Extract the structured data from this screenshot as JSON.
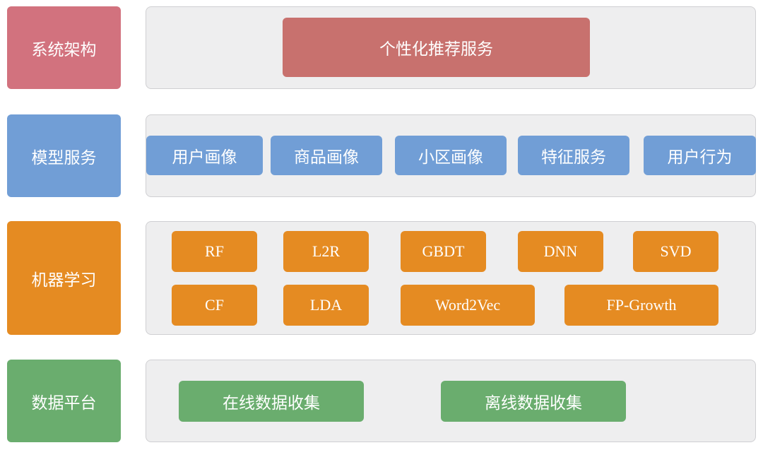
{
  "colors": {
    "system": "#d2727e",
    "system_box": "#c8716e",
    "model": "#719ed6",
    "ml": "#e58b22",
    "data": "#6aad6e",
    "panel_bg": "#eeeeef",
    "panel_border": "#cfcfd2"
  },
  "layers": {
    "system": {
      "label": "系统架构",
      "boxes": [
        "个性化推荐服务"
      ]
    },
    "model": {
      "label": "模型服务",
      "boxes": [
        "用户画像",
        "商品画像",
        "小区画像",
        "特征服务",
        "用户行为"
      ]
    },
    "ml": {
      "label": "机器学习",
      "row1": [
        "RF",
        "L2R",
        "GBDT",
        "DNN",
        "SVD"
      ],
      "row2": [
        "CF",
        "LDA",
        "Word2Vec",
        "FP-Growth"
      ]
    },
    "data": {
      "label": "数据平台",
      "boxes": [
        "在线数据收集",
        "离线数据收集"
      ]
    }
  }
}
